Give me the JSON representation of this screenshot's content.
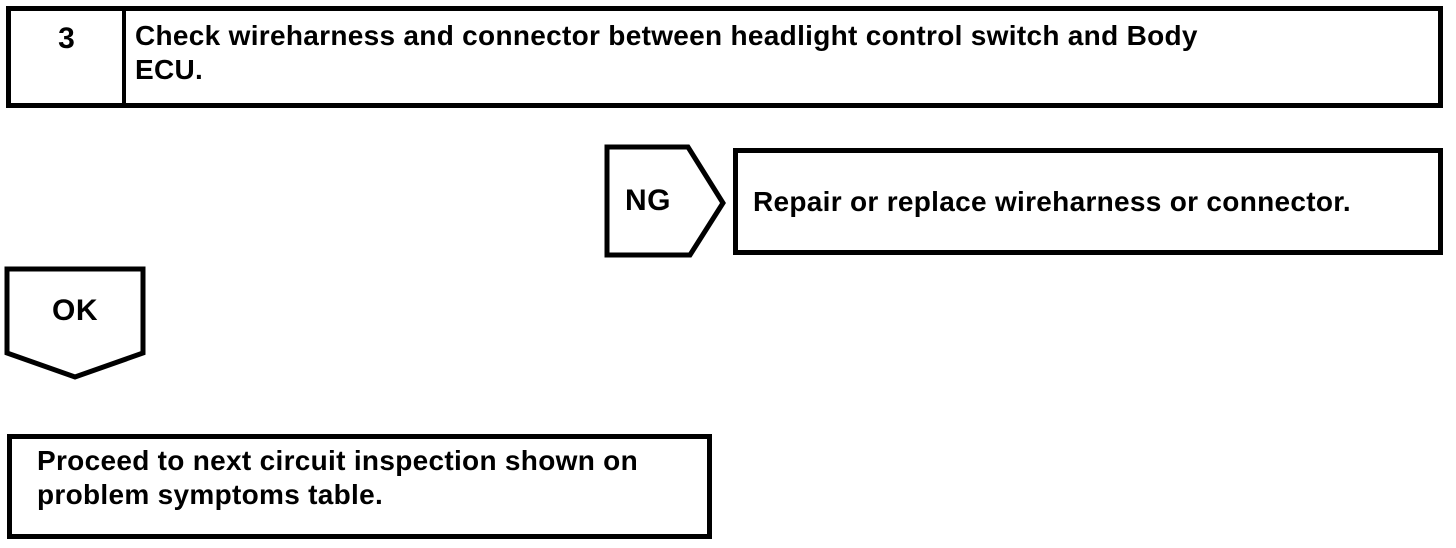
{
  "page": {
    "background_color": "#ffffff",
    "line_color": "#000000"
  },
  "flowchart": {
    "step": {
      "number": "3",
      "instruction": "Check wireharness and connector between headlight control switch and Body\nECU."
    },
    "ng_branch": {
      "label": "NG",
      "action": "Repair or replace wireharness or connector."
    },
    "ok_branch": {
      "label": "OK",
      "action": "Proceed to next circuit inspection shown on\nproblem symptoms table."
    }
  }
}
